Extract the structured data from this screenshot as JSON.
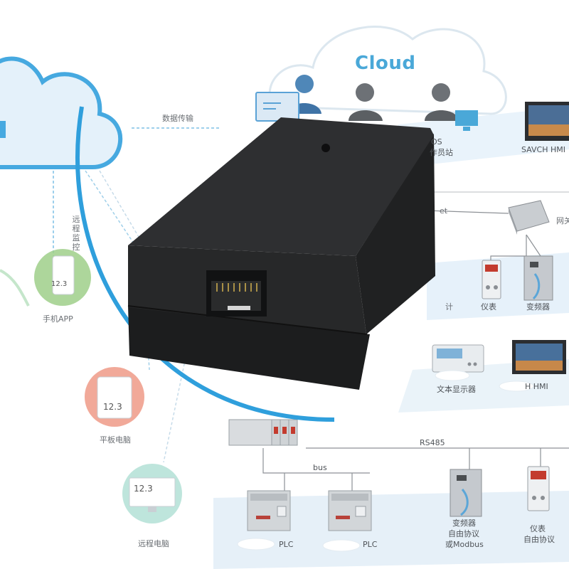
{
  "cloud": {
    "title": "Cloud",
    "data_transfer": "数据传输",
    "remote_monitor": [
      "远",
      "程",
      "监",
      "控"
    ],
    "os_fragment": "OS",
    "operator_fragment": "作员站",
    "savch_hmi_top": "SAVCH HMI",
    "et_fragment": "et",
    "gateway_fragment": "网关"
  },
  "devices": {
    "phone_app": "手机APP",
    "phone_value": "12.3",
    "tablet": "平板电脑",
    "tablet_value": "12.3",
    "pc": "远程电脑",
    "pc_value": "12.3",
    "meter_left_fragment": "计",
    "meter": "仪表",
    "inverter": "变频器",
    "text_display": "文本显示器",
    "hmi_bottom": "H HMI",
    "rs485": "RS485",
    "bus": "bus",
    "plc_1": "PLC",
    "plc_2": "PLC",
    "inverter_free": [
      "变频器",
      "自由协议",
      "或Modbus"
    ],
    "meter_free": [
      "仪表",
      "自由协议"
    ]
  },
  "colors": {
    "cloud_blue": "#4aa8d8",
    "arc_blue": "#2f9fdc",
    "device_black": "#222324"
  }
}
